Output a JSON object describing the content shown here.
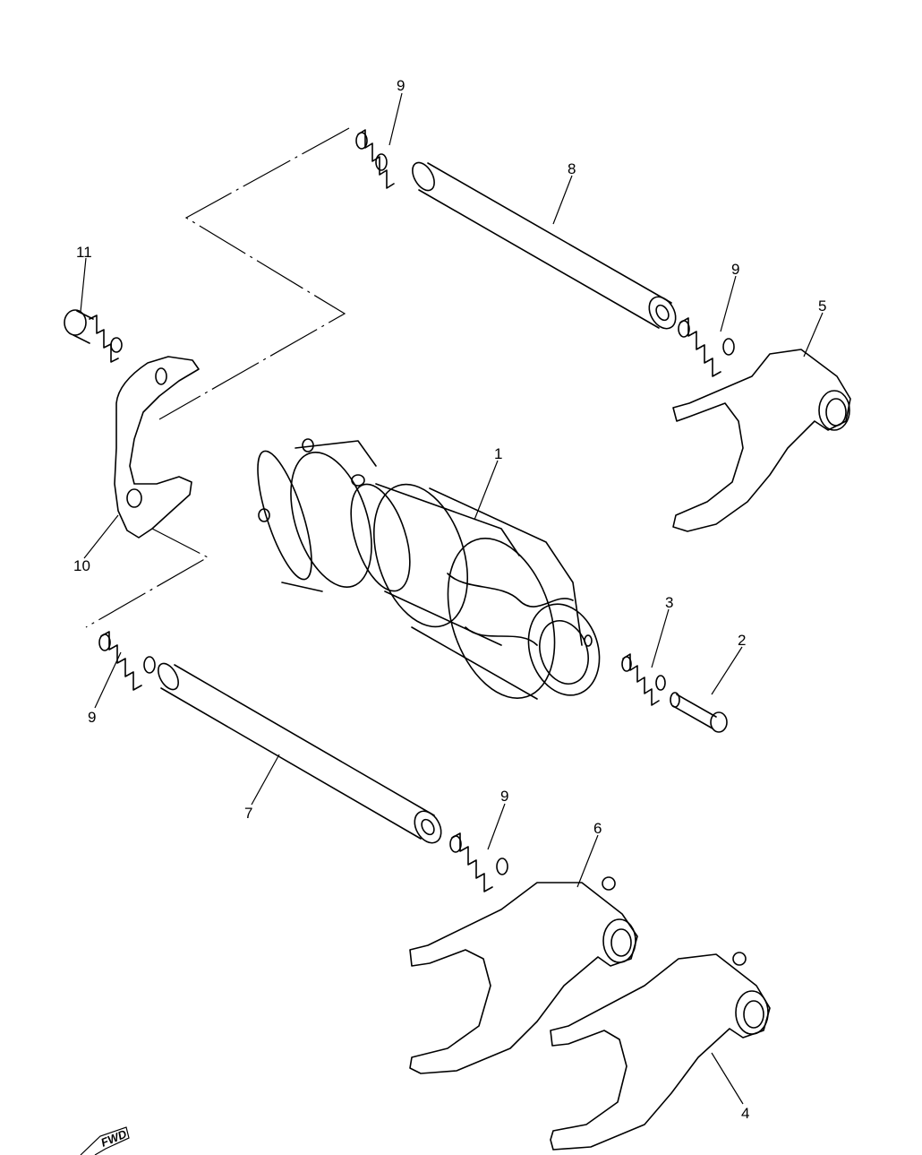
{
  "callouts": [
    {
      "id": "c1",
      "text": "1"
    },
    {
      "id": "c2",
      "text": "2"
    },
    {
      "id": "c3",
      "text": "3"
    },
    {
      "id": "c4",
      "text": "4"
    },
    {
      "id": "c5",
      "text": "5"
    },
    {
      "id": "c6",
      "text": "6"
    },
    {
      "id": "c7",
      "text": "7"
    },
    {
      "id": "c8",
      "text": "8"
    },
    {
      "id": "c9a",
      "text": "9"
    },
    {
      "id": "c9b",
      "text": "9"
    },
    {
      "id": "c9c",
      "text": "9"
    },
    {
      "id": "c9d",
      "text": "9"
    },
    {
      "id": "c10",
      "text": "10"
    },
    {
      "id": "c11",
      "text": "11"
    }
  ],
  "direction_marker": {
    "text": "FWD"
  }
}
